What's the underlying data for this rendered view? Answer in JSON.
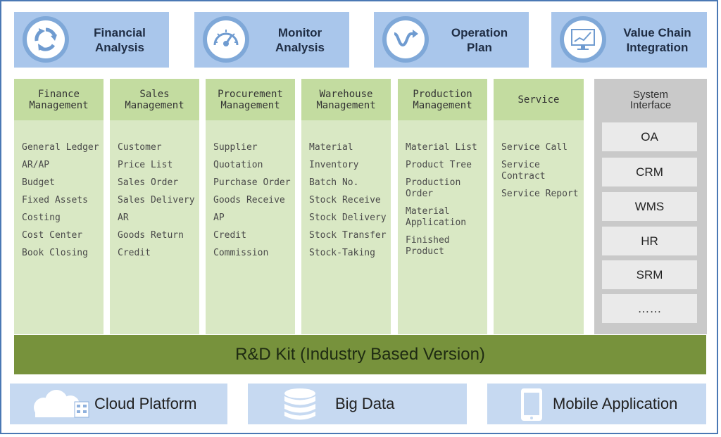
{
  "top_cards": [
    {
      "label": "Financial\nAnalysis",
      "icon": "cycle-arrows-icon"
    },
    {
      "label": "Monitor\nAnalysis",
      "icon": "gauge-icon"
    },
    {
      "label": "Operation\nPlan",
      "icon": "wave-arrow-icon"
    },
    {
      "label": "Value Chain\nIntegration",
      "icon": "monitor-chart-icon"
    }
  ],
  "modules": [
    {
      "title": "Finance\nManagement",
      "items": [
        "General Ledger",
        "AR/AP",
        "Budget",
        "Fixed Assets",
        "Costing",
        "Cost Center",
        "Book Closing"
      ]
    },
    {
      "title": "Sales\nManagement",
      "items": [
        "Customer",
        "Price List",
        "Sales Order",
        "Sales Delivery",
        "AR",
        "Goods Return",
        "Credit"
      ]
    },
    {
      "title": "Procurement\nManagement",
      "items": [
        "Supplier",
        "Quotation",
        "Purchase Order",
        "Goods Receive",
        "AP",
        "Credit",
        "Commission"
      ]
    },
    {
      "title": "Warehouse\nManagement",
      "items": [
        "Material",
        "Inventory",
        "Batch No.",
        "Stock Receive",
        "Stock Delivery",
        "Stock Transfer",
        "Stock-Taking"
      ]
    },
    {
      "title": "Production\nManagement",
      "items": [
        "Material List",
        "Product Tree",
        "Production\nOrder",
        "Material\nApplication",
        "Finished\nProduct"
      ]
    },
    {
      "title": "Service",
      "items": [
        "Service Call",
        "Service\nContract",
        "Service Report"
      ]
    }
  ],
  "system_interface": {
    "title": "System\nInterface",
    "items": [
      "OA",
      "CRM",
      "WMS",
      "HR",
      "SRM",
      "……"
    ]
  },
  "rd_kit": "R&D Kit (Industry Based Version)",
  "platforms": [
    {
      "label": "Cloud Platform",
      "icon": "cloud-icon"
    },
    {
      "label": "Big Data",
      "icon": "database-icon"
    },
    {
      "label": "Mobile Application",
      "icon": "smartphone-icon"
    }
  ],
  "colors": {
    "frame": "#4a78b4",
    "card": "#a9c6eb",
    "module_header": "#c3dca0",
    "module_body": "#d9e8c4",
    "system_interface": "#c9c9c9",
    "rd_bar": "#77923c",
    "platform": "#c6d9f1"
  }
}
